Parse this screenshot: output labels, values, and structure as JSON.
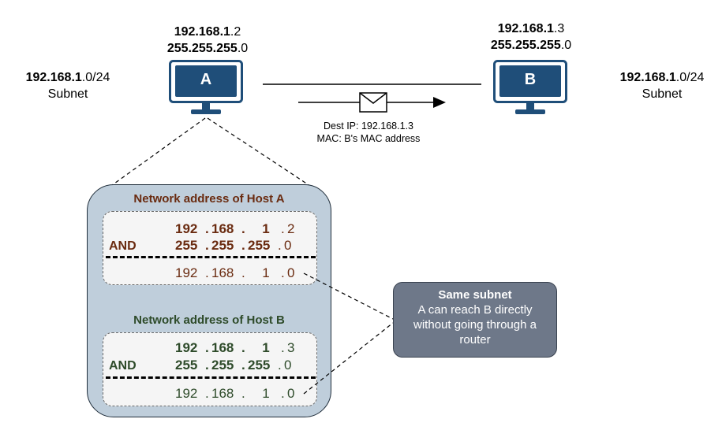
{
  "hostA": {
    "label": "A",
    "ip_bold": "192.168.1",
    "ip_tail": ".2",
    "mask_bold": "255.255.255",
    "mask_tail": ".0"
  },
  "hostB": {
    "label": "B",
    "ip_bold": "192.168.1",
    "ip_tail": ".3",
    "mask_bold": "255.255.255",
    "mask_tail": ".0"
  },
  "left_subnet": {
    "bold": "192.168.1",
    "tail": ".0/24",
    "label": "Subnet"
  },
  "right_subnet": {
    "bold": "192.168.1",
    "tail": ".0/24",
    "label": "Subnet"
  },
  "packet": {
    "dest_ip": "Dest IP: 192.168.1.3",
    "mac": "MAC: B's MAC address"
  },
  "calc_a": {
    "title": "Network address of Host A",
    "ip": [
      "192",
      ".",
      "168",
      ".",
      "1",
      ".",
      "2"
    ],
    "mask": [
      "255",
      ".",
      "255",
      ".",
      "255",
      ".",
      "0"
    ],
    "op": "AND",
    "result": [
      "192",
      ".",
      "168",
      ".",
      "1",
      ".",
      "0"
    ],
    "color": "#6a2b10"
  },
  "calc_b": {
    "title": "Network address of Host B",
    "ip": [
      "192",
      ".",
      "168",
      ".",
      "1",
      ".",
      "3"
    ],
    "mask": [
      "255",
      ".",
      "255",
      ".",
      "255",
      ".",
      "0"
    ],
    "op": "AND",
    "result": [
      "192",
      ".",
      "168",
      ".",
      "1",
      ".",
      "0"
    ],
    "color": "#2e4b2a"
  },
  "note": {
    "title": "Same subnet",
    "line1": "A can reach B directly",
    "line2": "without going through a",
    "line3": "router"
  },
  "colors": {
    "monitor": "#1f4e79",
    "panel": "#bfcedb",
    "note": "#6e7889"
  },
  "icons": [
    "monitor-icon",
    "envelope-icon",
    "arrow-right-icon"
  ]
}
